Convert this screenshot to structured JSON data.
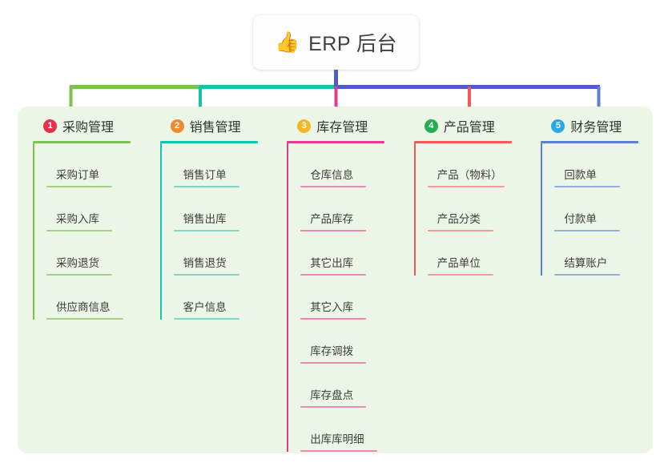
{
  "root": {
    "icon": "thumbs-up-icon",
    "emoji": "👍",
    "title": "ERP 后台"
  },
  "palette": {
    "panel_background": "#ecf6e6",
    "page_background": "#ffffff",
    "root_stem": "#5558c8",
    "trunk_left": "#7cc24f",
    "trunk_mid": "#16c2a8",
    "trunk_right": "#5558c8"
  },
  "branches": [
    {
      "index": "1",
      "label": "采购管理",
      "badge_color": "#e8304e",
      "line_color": "#7cc24f",
      "leaf_line_color": "#a6cf86",
      "children": [
        {
          "label": "采购订单"
        },
        {
          "label": "采购入库"
        },
        {
          "label": "采购退货"
        },
        {
          "label": "供应商信息"
        }
      ]
    },
    {
      "index": "2",
      "label": "销售管理",
      "badge_color": "#f08a2e",
      "line_color": "#16c2a8",
      "leaf_line_color": "#7fd6c8",
      "children": [
        {
          "label": "销售订单"
        },
        {
          "label": "销售出库"
        },
        {
          "label": "销售退货"
        },
        {
          "label": "客户信息"
        }
      ]
    },
    {
      "index": "3",
      "label": "库存管理",
      "badge_color": "#f5b825",
      "line_color": "#e8398f",
      "leaf_line_color": "#ec87b6",
      "children": [
        {
          "label": "仓库信息"
        },
        {
          "label": "产品库存"
        },
        {
          "label": "其它出库"
        },
        {
          "label": "其它入库"
        },
        {
          "label": "库存调拨"
        },
        {
          "label": "库存盘点"
        },
        {
          "label": "出库库明细"
        }
      ]
    },
    {
      "index": "4",
      "label": "产品管理",
      "badge_color": "#22ae53",
      "line_color": "#f05a5a",
      "leaf_line_color": "#f39b9b",
      "children": [
        {
          "label": "产品（物料）"
        },
        {
          "label": "产品分类"
        },
        {
          "label": "产品单位"
        }
      ]
    },
    {
      "index": "5",
      "label": "财务管理",
      "badge_color": "#29a9e8",
      "line_color": "#5c7fd4",
      "leaf_line_color": "#93aee3",
      "children": [
        {
          "label": "回款单"
        },
        {
          "label": "付款单"
        },
        {
          "label": "结算账户"
        }
      ]
    }
  ]
}
